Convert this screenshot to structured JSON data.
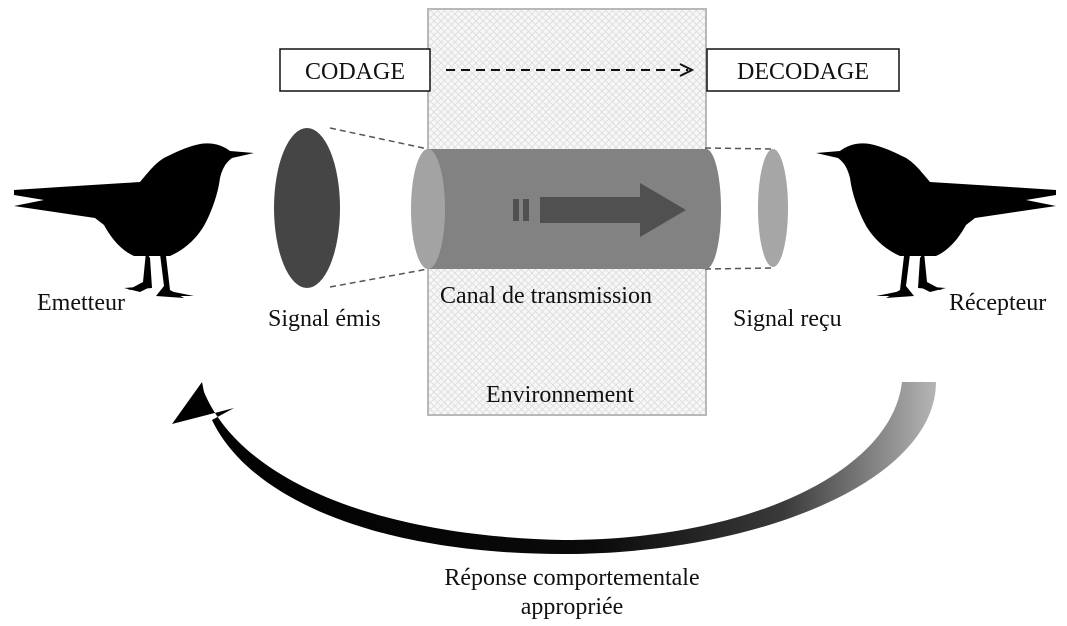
{
  "labels": {
    "coding": "CODAGE",
    "decoding": "DECODAGE",
    "emitter": "Emetteur",
    "receiver": "Récepteur",
    "signal_emitted": "Signal émis",
    "signal_received": "Signal reçu",
    "channel": "Canal de transmission",
    "environment": "Environnement",
    "response_line1": "Réponse comportementale",
    "response_line2": "appropriée"
  },
  "colors": {
    "bird": "#000000",
    "signal_emitted": "#454545",
    "channel": "#828282",
    "channel_end": "#a3a3a3",
    "signal_received": "#a6a6a6",
    "channel_arrow": "#505050",
    "environment_border": "#b8b8b8"
  },
  "icons": {
    "emitter": "bird-silhouette-icon",
    "receiver": "bird-silhouette-icon",
    "coding_arrow": "dashed-arrow-icon",
    "channel_arrow": "arrow-right-icon",
    "feedback_arrow": "curved-arrow-icon"
  }
}
